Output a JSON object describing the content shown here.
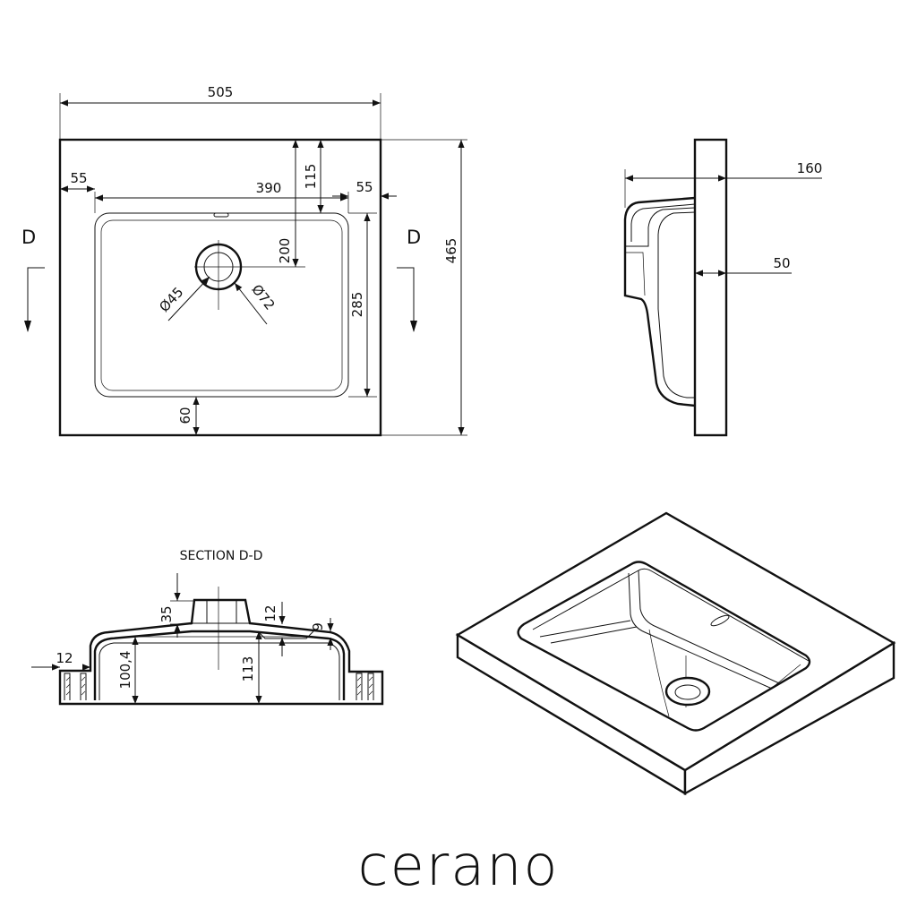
{
  "brand": "cerano",
  "section_title": "SECTION D-D",
  "section_marker": "D",
  "top_view": {
    "overall_width": "505",
    "overall_depth": "465",
    "margin_left": "55",
    "margin_right": "55",
    "bowl_width": "390",
    "margin_back": "115",
    "drain_offset": "200",
    "bowl_depth": "285",
    "margin_front": "60",
    "drain_inner_diameter": "Ø45",
    "drain_outer_diameter": "Ø72"
  },
  "side_view": {
    "projection": "160",
    "thickness": "50"
  },
  "section_view": {
    "drain_height": "35",
    "slab_left": "12",
    "slab_right": "12",
    "rim": "9",
    "bowl_depth_left": "100,4",
    "bowl_depth_center": "113"
  }
}
